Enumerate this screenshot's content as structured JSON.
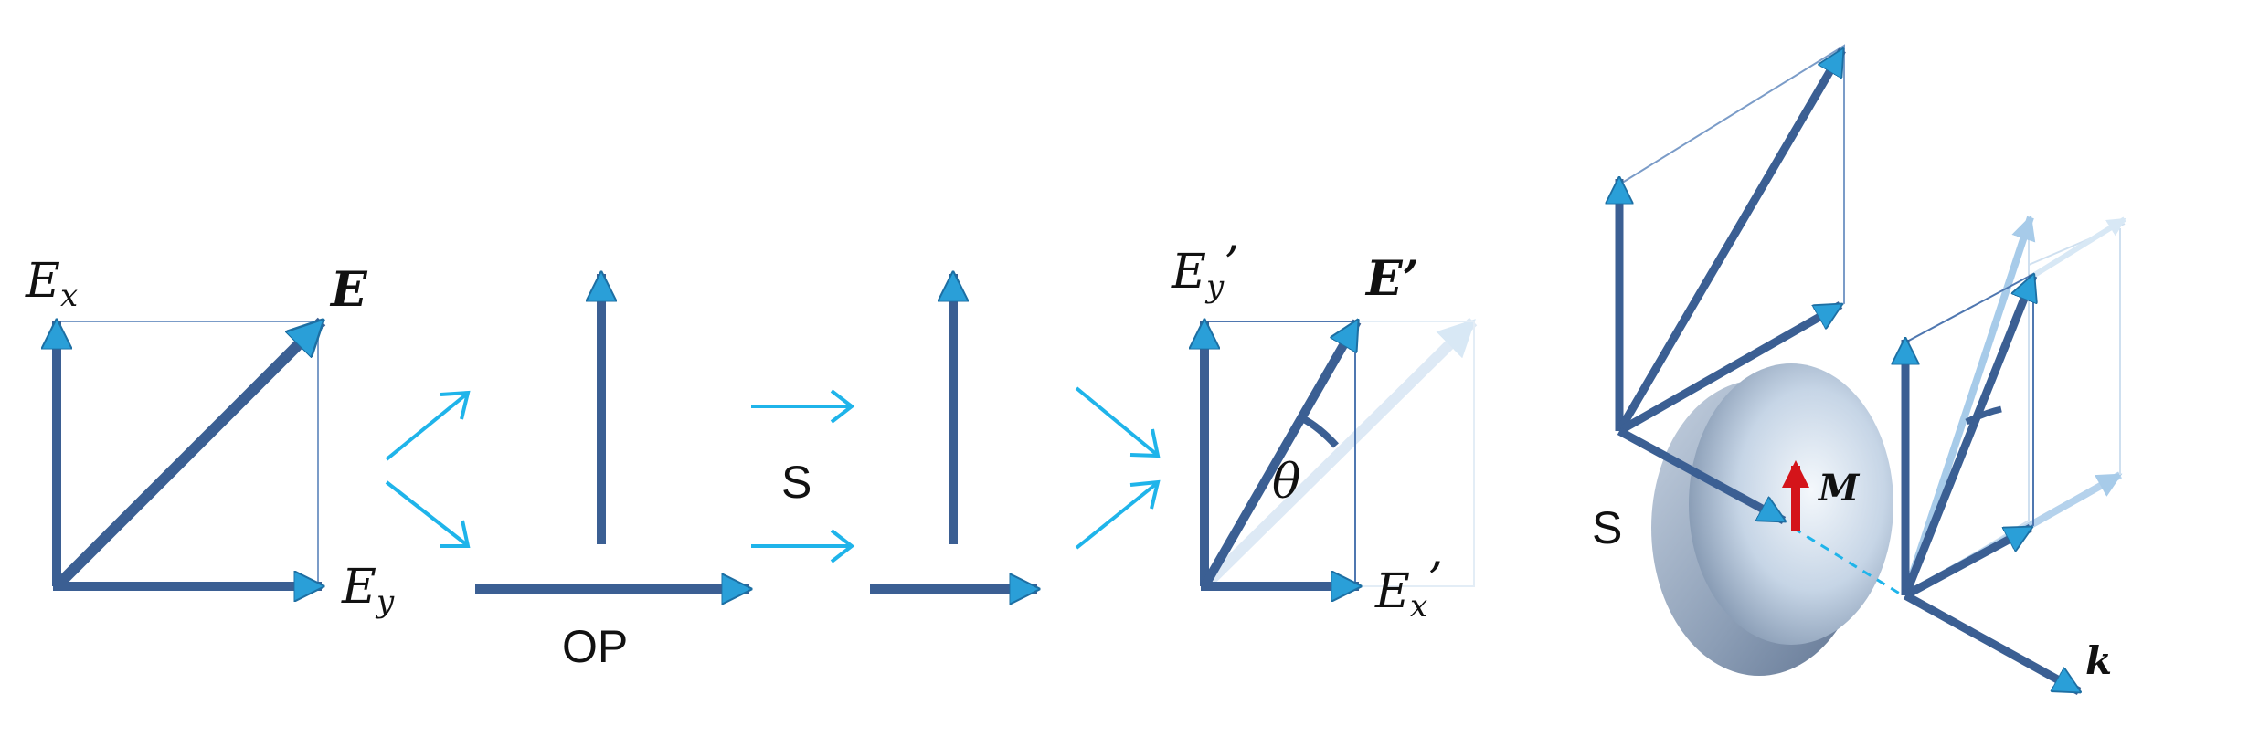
{
  "panel1": {
    "ex_label": "E",
    "ex_sub": "x",
    "ey_label": "E",
    "ey_sub": "y",
    "e_label": "E"
  },
  "panel2": {
    "label": "OP"
  },
  "panel3": {
    "label": "S"
  },
  "panel4": {
    "ey_label": "E",
    "ey_sub": "y",
    "ey_prime": "’",
    "ex_label": "E",
    "ex_sub": "x",
    "ex_prime": "’",
    "e_label": "E’",
    "theta": "θ"
  },
  "panel5": {
    "sample_label": "S",
    "m_label": "M",
    "k_label": "k"
  },
  "colors": {
    "vector": "#3b5f93",
    "arrowhead": "#2a9fd8",
    "process_arrow": "#1fb4ea",
    "faded": "#c9dcef",
    "magnetization": "#d4141a"
  }
}
